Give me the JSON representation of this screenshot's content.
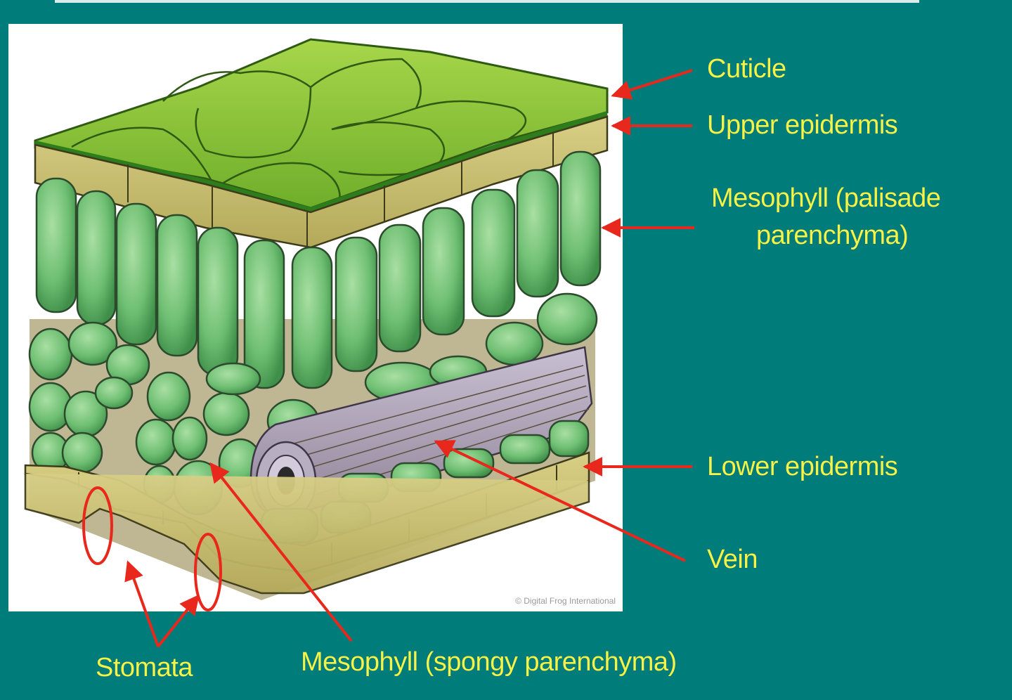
{
  "labels": {
    "cuticle": "Cuticle",
    "upper_epidermis": "Upper epidermis",
    "palisade_line1": "Mesophyll (palisade",
    "palisade_line2": "parenchyma)",
    "lower_epidermis": "Lower epidermis",
    "vein": "Vein",
    "stomata": "Stomata",
    "spongy": "Mesophyll (spongy parenchyma)"
  },
  "copyright": "© Digital Frog International",
  "colors": {
    "background": "#007d7b",
    "label_text": "#f3f34a",
    "arrow": "#e8281c",
    "panel": "#ffffff"
  }
}
